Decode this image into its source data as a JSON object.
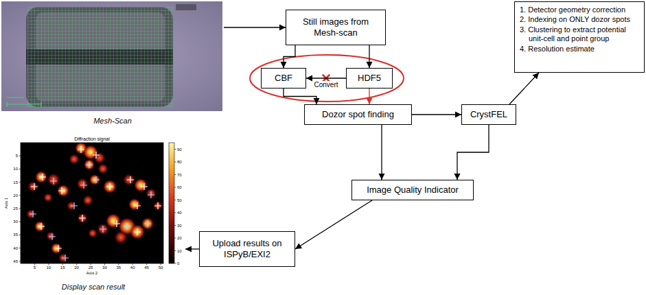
{
  "diagram": {
    "nodes": [
      {
        "text": [
          "Mesh-Scan"
        ]
      },
      {
        "text": [
          "Still images from Mesh-scan"
        ]
      },
      {
        "text": [
          "1. Detector geometry correction",
          "2. Indexing on ONLY dozor spots",
          "3. Clustering to extract potential unit-cell and point group",
          "4. Resolution estimate"
        ]
      },
      {
        "text": [
          "CBF"
        ]
      },
      {
        "text": [
          "HDF5"
        ]
      },
      {
        "text": [
          "Dozor spot finding"
        ]
      },
      {
        "text": [
          "CrystFEL"
        ]
      },
      {
        "text": [
          "Display scan result"
        ]
      },
      {
        "text": [
          "Image Quality Indicator"
        ]
      },
      {
        "text": [
          "Upload results on ISPyB/EXI2"
        ]
      }
    ],
    "edges": [
      {
        "from": 0,
        "to": 1,
        "arrow": "to"
      },
      {
        "from": 1,
        "to": 3,
        "arrow": "to"
      },
      {
        "from": 1,
        "to": 4,
        "arrow": "to"
      },
      {
        "from": 4,
        "to": 3,
        "label": "Convert",
        "arrow": "to"
      },
      {
        "from": 3,
        "to": 5,
        "arrow": "to"
      },
      {
        "from": 4,
        "to": 5,
        "arrow": "to"
      },
      {
        "from": 5,
        "to": 6,
        "arrow": "to"
      },
      {
        "from": 6,
        "to": 2,
        "arrow": "to"
      },
      {
        "from": 5,
        "to": 8,
        "arrow": "to"
      },
      {
        "from": 6,
        "to": 8,
        "arrow": "to"
      },
      {
        "from": 8,
        "to": 9,
        "arrow": "to"
      },
      {
        "from": 9,
        "to": 7,
        "arrow": "to"
      }
    ],
    "labels": [
      "Diffraction signal",
      "Axis 2",
      "Axis 1",
      "5",
      "10",
      "15",
      "20",
      "25",
      "30",
      "35",
      "40",
      "45",
      "50",
      "5",
      "10",
      "15",
      "20",
      "25",
      "30",
      "35",
      "40",
      "45",
      "0",
      "10",
      "20",
      "30",
      "40",
      "50",
      "60",
      "70",
      "80",
      "90"
    ]
  }
}
